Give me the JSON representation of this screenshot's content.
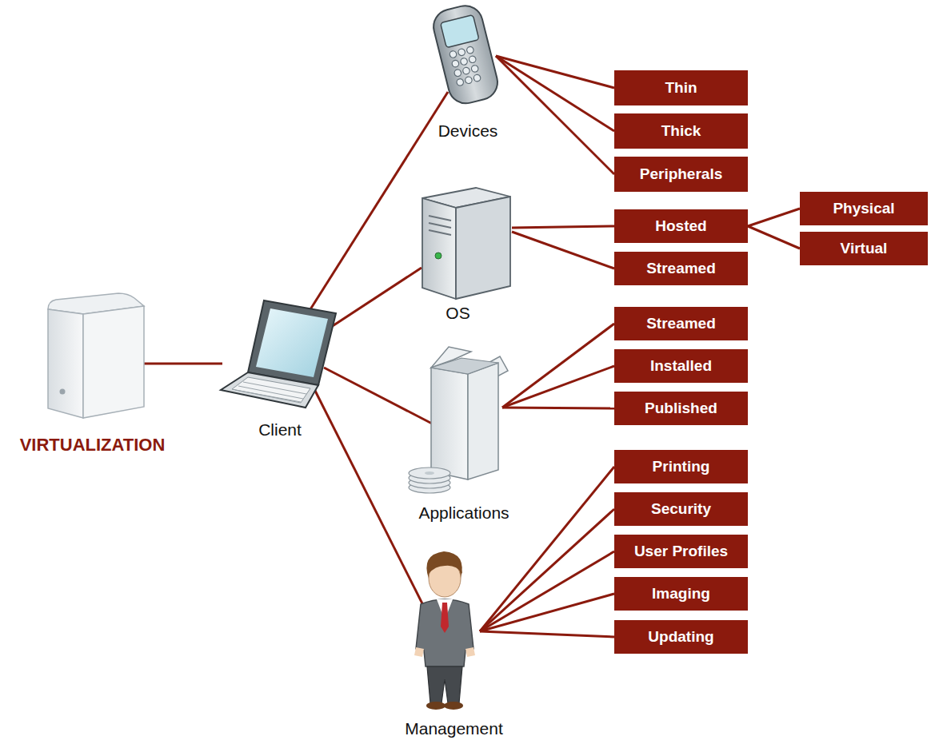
{
  "diagram": {
    "nodes": [
      {
        "text": [
          "VIRTUALIZATION"
        ]
      },
      {
        "text": [
          "Client"
        ]
      },
      {
        "text": [
          "Devices"
        ]
      },
      {
        "text": [
          "Thin"
        ]
      },
      {
        "text": [
          "Thick"
        ]
      },
      {
        "text": [
          "Peripherals"
        ]
      },
      {
        "text": [
          "OS"
        ]
      },
      {
        "text": [
          "Hosted"
        ]
      },
      {
        "text": [
          "Physical"
        ]
      },
      {
        "text": [
          "Virtual"
        ]
      },
      {
        "text": [
          "Streamed"
        ]
      },
      {
        "text": [
          "Applications"
        ]
      },
      {
        "text": [
          "Streamed"
        ]
      },
      {
        "text": [
          "Installed"
        ]
      },
      {
        "text": [
          "Published"
        ]
      },
      {
        "text": [
          "Management"
        ]
      },
      {
        "text": [
          "Printing"
        ]
      },
      {
        "text": [
          "Security"
        ]
      },
      {
        "text": [
          "User Profiles"
        ]
      },
      {
        "text": [
          "Imaging"
        ]
      },
      {
        "text": [
          "Updating"
        ]
      }
    ],
    "edges": [
      {
        "from": 0,
        "to": 1,
        "arrow": "none"
      },
      {
        "from": 1,
        "to": 2,
        "arrow": "none"
      },
      {
        "from": 1,
        "to": 6,
        "arrow": "none"
      },
      {
        "from": 1,
        "to": 11,
        "arrow": "none"
      },
      {
        "from": 1,
        "to": 15,
        "arrow": "none"
      },
      {
        "from": 2,
        "to": 3,
        "arrow": "none"
      },
      {
        "from": 2,
        "to": 4,
        "arrow": "none"
      },
      {
        "from": 2,
        "to": 5,
        "arrow": "none"
      },
      {
        "from": 6,
        "to": 7,
        "arrow": "none"
      },
      {
        "from": 6,
        "to": 10,
        "arrow": "none"
      },
      {
        "from": 7,
        "to": 8,
        "arrow": "none"
      },
      {
        "from": 7,
        "to": 9,
        "arrow": "none"
      },
      {
        "from": 11,
        "to": 12,
        "arrow": "none"
      },
      {
        "from": 11,
        "to": 13,
        "arrow": "none"
      },
      {
        "from": 11,
        "to": 14,
        "arrow": "none"
      },
      {
        "from": 15,
        "to": 16,
        "arrow": "none"
      },
      {
        "from": 15,
        "to": 17,
        "arrow": "none"
      },
      {
        "from": 15,
        "to": 18,
        "arrow": "none"
      },
      {
        "from": 15,
        "to": 19,
        "arrow": "none"
      },
      {
        "from": 15,
        "to": 20,
        "arrow": "none"
      }
    ]
  }
}
